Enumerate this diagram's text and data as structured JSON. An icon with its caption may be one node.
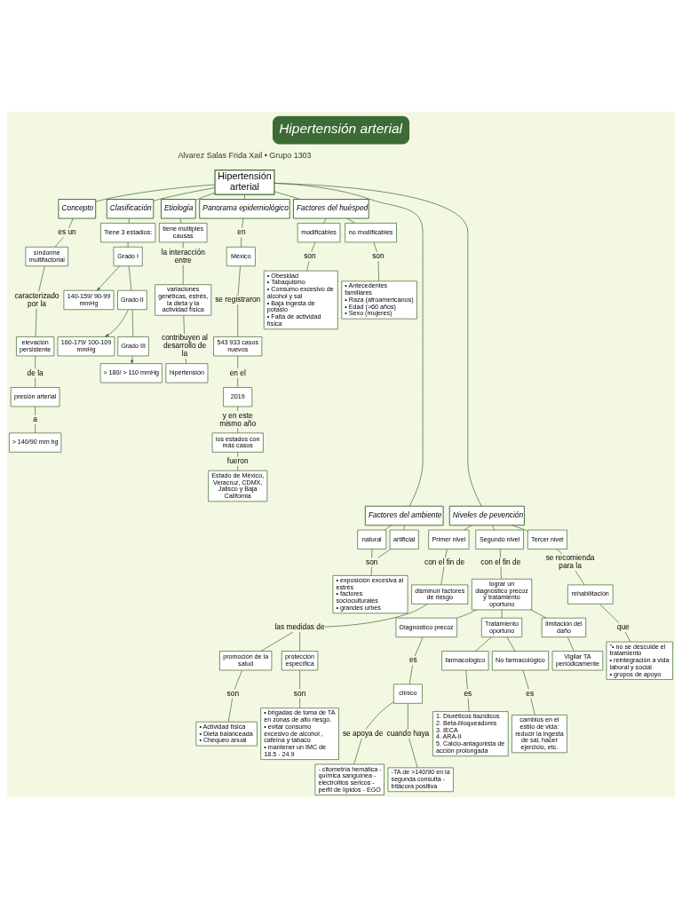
{
  "diagram": {
    "title": "Hipertensión arterial",
    "nodes": [
      {
        "text": [
          "Hipertensión arterial"
        ]
      },
      {
        "text": [
          "Concepto"
        ]
      },
      {
        "text": [
          "es un"
        ]
      },
      {
        "text": [
          "síndorme multifactorial"
        ]
      },
      {
        "text": [
          "caracterizado por la"
        ]
      },
      {
        "text": [
          "elevación persistente"
        ]
      },
      {
        "text": [
          "de la"
        ]
      },
      {
        "text": [
          "presión arterial"
        ]
      },
      {
        "text": [
          "a"
        ]
      },
      {
        "text": [
          "> 140/90 mm hg"
        ]
      },
      {
        "text": [
          "Clasificación"
        ]
      },
      {
        "text": [
          "Tiene 3 estadios:"
        ]
      },
      {
        "text": [
          "Grado I"
        ]
      },
      {
        "text": [
          "140-159/ 90-99 mmHg"
        ]
      },
      {
        "text": [
          "Grado II"
        ]
      },
      {
        "text": [
          "160-179/ 100-109 mmHg"
        ]
      },
      {
        "text": [
          "Grado III"
        ]
      },
      {
        "text": [
          "> 180/ > 110 mmHg"
        ]
      },
      {
        "text": [
          "Etiología"
        ]
      },
      {
        "text": [
          "tiene múltiples causas"
        ]
      },
      {
        "text": [
          "la interacción entre"
        ]
      },
      {
        "text": [
          "variaciones genéticas, estrés, la dieta y la actividad física"
        ]
      },
      {
        "text": [
          "contribuyen al desarrollo de la"
        ]
      },
      {
        "text": [
          "hipertensión"
        ]
      },
      {
        "text": [
          "Panorama epidemiológico"
        ]
      },
      {
        "text": [
          "en"
        ]
      },
      {
        "text": [
          "México"
        ]
      },
      {
        "text": [
          "se registraron"
        ]
      },
      {
        "text": [
          "543 933 casos nuevos"
        ]
      },
      {
        "text": [
          "en el"
        ]
      },
      {
        "text": [
          "2019"
        ]
      },
      {
        "text": [
          "y en este mismo año"
        ]
      },
      {
        "text": [
          "los estados con más casos"
        ]
      },
      {
        "text": [
          "fueron"
        ]
      },
      {
        "text": [
          "Estado de México, Veracruz, CDMX, Jalisco y Baja California"
        ]
      },
      {
        "text": [
          "Factores del huésped"
        ]
      },
      {
        "text": [
          "modificables"
        ]
      },
      {
        "text": [
          "son"
        ]
      },
      {
        "text": [
          "• Obesidad • Tabaquismo • Consumo excesivo de alcohol y sal • Baja ingesta de potasio • Falta de actividad física"
        ]
      },
      {
        "text": [
          "no modificables"
        ]
      },
      {
        "text": [
          "son"
        ]
      },
      {
        "text": [
          "• Antecedentes familiares • Raza (afroamericanos) • Edad (>60 años) • Sexo (mujeres)"
        ]
      },
      {
        "text": [
          "Factores del ambiente"
        ]
      },
      {
        "text": [
          "natural"
        ]
      },
      {
        "text": [
          "artificial"
        ]
      },
      {
        "text": [
          "son"
        ]
      },
      {
        "text": [
          "• exposición excesiva al estrés • factores socioculturales • grandes urbes"
        ]
      },
      {
        "text": [
          "Niveles de pevención"
        ]
      },
      {
        "text": [
          "Primer nivel"
        ]
      },
      {
        "text": [
          "con el fin de"
        ]
      },
      {
        "text": [
          "disminuir factores de riesgo"
        ]
      },
      {
        "text": [
          "las medidas de"
        ]
      },
      {
        "text": [
          "promoción de la salud"
        ]
      },
      {
        "text": [
          "son"
        ]
      },
      {
        "text": [
          "• Actividad física • Dieta balanceada • Chequeo anual"
        ]
      },
      {
        "text": [
          "protección específica"
        ]
      },
      {
        "text": [
          "son"
        ]
      },
      {
        "text": [
          "• brigadas de toma de TA en zonas de alto riesgo. • evitar consumo excesivo de alcohol , cafeína y tabaco • mantener un IMC de 18.5 - 24.9"
        ]
      },
      {
        "text": [
          "Segundo nivel"
        ]
      },
      {
        "text": [
          "con el fin de"
        ]
      },
      {
        "text": [
          "lograr un diagnóstico precoz y tratamiento oportuno"
        ]
      },
      {
        "text": [
          "Diagnóstico precoz"
        ]
      },
      {
        "text": [
          "es"
        ]
      },
      {
        "text": [
          "clínico"
        ]
      },
      {
        "text": [
          "se apoya de"
        ]
      },
      {
        "text": [
          "- citometría hemática - química sanguínea - electrolitos sericos - perfil de lípidos - EGO"
        ]
      },
      {
        "text": [
          "cuando haya"
        ]
      },
      {
        "text": [
          "-TA de >140/90 en la segunda consulta - bitácora positiva"
        ]
      },
      {
        "text": [
          "Tratamiento oportuno"
        ]
      },
      {
        "text": [
          "farmacológico"
        ]
      },
      {
        "text": [
          "es"
        ]
      },
      {
        "text": [
          "1. Diuréticos tiazídicos 2. Beta-bloqueadores 3. IECA 4. ARA-II 5. Calcio-antagonista de acción prolongada"
        ]
      },
      {
        "text": [
          "No farmacológico"
        ]
      },
      {
        "text": [
          "es"
        ]
      },
      {
        "text": [
          "cambios en el estilo de vida: reducir la ingesta de sal, hacer ejercicio, etc."
        ]
      },
      {
        "text": [
          "limitación del daño"
        ]
      },
      {
        "text": [
          "Vigilar TA periódicamente"
        ]
      },
      {
        "text": [
          "Tercer nivel"
        ]
      },
      {
        "text": [
          "se recomienda para la"
        ]
      },
      {
        "text": [
          "rehabilitación"
        ]
      },
      {
        "text": [
          "que"
        ]
      },
      {
        "text": [
          "\"• no se descuide el tratamiento • reintegración a vida laboral y social • grupos de apoyo"
        ]
      }
    ],
    "edges": [
      {
        "from": 0,
        "to": 1,
        "arrow": "none"
      },
      {
        "from": 0,
        "to": 10,
        "arrow": "none"
      },
      {
        "from": 0,
        "to": 18,
        "arrow": "none"
      },
      {
        "from": 0,
        "to": 24,
        "arrow": "none"
      },
      {
        "from": 0,
        "to": 35,
        "arrow": "none"
      },
      {
        "from": 0,
        "to": 42,
        "arrow": "none"
      },
      {
        "from": 0,
        "to": 47,
        "arrow": "none"
      },
      {
        "from": 1,
        "to": 2,
        "arrow": "none"
      },
      {
        "from": 2,
        "to": 3,
        "arrow": "none"
      },
      {
        "from": 3,
        "to": 4,
        "arrow": "none"
      },
      {
        "from": 4,
        "to": 5,
        "arrow": "none"
      },
      {
        "from": 5,
        "to": 6,
        "arrow": "none"
      },
      {
        "from": 6,
        "to": 7,
        "arrow": "none"
      },
      {
        "from": 7,
        "to": 8,
        "arrow": "none"
      },
      {
        "from": 8,
        "to": 9,
        "arrow": "none"
      },
      {
        "from": 10,
        "to": 11,
        "arrow": "none"
      },
      {
        "from": 11,
        "to": 12,
        "arrow": "none"
      },
      {
        "from": 12,
        "to": 13,
        "arrow": "to"
      },
      {
        "from": 12,
        "to": 14,
        "arrow": "none"
      },
      {
        "from": 14,
        "to": 15,
        "arrow": "to"
      },
      {
        "from": 14,
        "to": 16,
        "arrow": "none"
      },
      {
        "from": 16,
        "to": 17,
        "arrow": "to"
      },
      {
        "from": 18,
        "to": 19,
        "arrow": "none"
      },
      {
        "from": 19,
        "to": 20,
        "arrow": "none"
      },
      {
        "from": 20,
        "to": 21,
        "arrow": "none"
      },
      {
        "from": 21,
        "to": 22,
        "arrow": "none"
      },
      {
        "from": 22,
        "to": 23,
        "arrow": "none"
      },
      {
        "from": 24,
        "to": 25,
        "arrow": "none"
      },
      {
        "from": 25,
        "to": 26,
        "arrow": "none"
      },
      {
        "from": 26,
        "to": 27,
        "arrow": "none"
      },
      {
        "from": 27,
        "to": 28,
        "arrow": "none"
      },
      {
        "from": 28,
        "to": 29,
        "arrow": "none"
      },
      {
        "from": 29,
        "to": 30,
        "arrow": "none"
      },
      {
        "from": 30,
        "to": 31,
        "arrow": "none"
      },
      {
        "from": 31,
        "to": 32,
        "arrow": "none"
      },
      {
        "from": 32,
        "to": 33,
        "arrow": "none"
      },
      {
        "from": 33,
        "to": 34,
        "arrow": "none"
      },
      {
        "from": 35,
        "to": 36,
        "arrow": "none"
      },
      {
        "from": 35,
        "to": 39,
        "arrow": "none"
      },
      {
        "from": 36,
        "to": 37,
        "arrow": "none"
      },
      {
        "from": 37,
        "to": 38,
        "arrow": "none"
      },
      {
        "from": 39,
        "to": 40,
        "arrow": "none"
      },
      {
        "from": 40,
        "to": 41,
        "arrow": "none"
      },
      {
        "from": 42,
        "to": 43,
        "arrow": "none"
      },
      {
        "from": 42,
        "to": 44,
        "arrow": "none"
      },
      {
        "from": 43,
        "to": 45,
        "arrow": "none"
      },
      {
        "from": 44,
        "to": 45,
        "arrow": "none"
      },
      {
        "from": 45,
        "to": 46,
        "arrow": "none"
      },
      {
        "from": 47,
        "to": 48,
        "arrow": "none"
      },
      {
        "from": 47,
        "to": 58,
        "arrow": "none"
      },
      {
        "from": 47,
        "to": 77,
        "arrow": "none"
      },
      {
        "from": 48,
        "to": 49,
        "arrow": "none"
      },
      {
        "from": 49,
        "to": 50,
        "arrow": "none"
      },
      {
        "from": 50,
        "to": 51,
        "arrow": "none"
      },
      {
        "from": 51,
        "to": 52,
        "arrow": "none"
      },
      {
        "from": 51,
        "to": 55,
        "arrow": "none"
      },
      {
        "from": 52,
        "to": 53,
        "arrow": "none"
      },
      {
        "from": 53,
        "to": 54,
        "arrow": "none"
      },
      {
        "from": 55,
        "to": 56,
        "arrow": "none"
      },
      {
        "from": 56,
        "to": 57,
        "arrow": "none"
      },
      {
        "from": 58,
        "to": 59,
        "arrow": "none"
      },
      {
        "from": 59,
        "to": 60,
        "arrow": "none"
      },
      {
        "from": 60,
        "to": 61,
        "arrow": "none"
      },
      {
        "from": 60,
        "to": 68,
        "arrow": "none"
      },
      {
        "from": 60,
        "to": 75,
        "arrow": "none"
      },
      {
        "from": 61,
        "to": 62,
        "arrow": "none"
      },
      {
        "from": 62,
        "to": 63,
        "arrow": "none"
      },
      {
        "from": 63,
        "to": 64,
        "arrow": "none"
      },
      {
        "from": 63,
        "to": 66,
        "arrow": "none"
      },
      {
        "from": 64,
        "to": 65,
        "arrow": "none"
      },
      {
        "from": 66,
        "to": 67,
        "arrow": "none"
      },
      {
        "from": 68,
        "to": 69,
        "arrow": "none"
      },
      {
        "from": 68,
        "to": 72,
        "arrow": "none"
      },
      {
        "from": 69,
        "to": 70,
        "arrow": "none"
      },
      {
        "from": 70,
        "to": 71,
        "arrow": "none"
      },
      {
        "from": 72,
        "to": 73,
        "arrow": "none"
      },
      {
        "from": 73,
        "to": 74,
        "arrow": "none"
      },
      {
        "from": 75,
        "to": 76,
        "arrow": "none"
      },
      {
        "from": 77,
        "to": 78,
        "arrow": "none"
      },
      {
        "from": 78,
        "to": 79,
        "arrow": "none"
      },
      {
        "from": 79,
        "to": 80,
        "arrow": "none"
      },
      {
        "from": 80,
        "to": 81,
        "arrow": "none"
      }
    ],
    "labels": [
      "Alvarez Salas Frida Xail • Grupo 1303"
    ]
  }
}
